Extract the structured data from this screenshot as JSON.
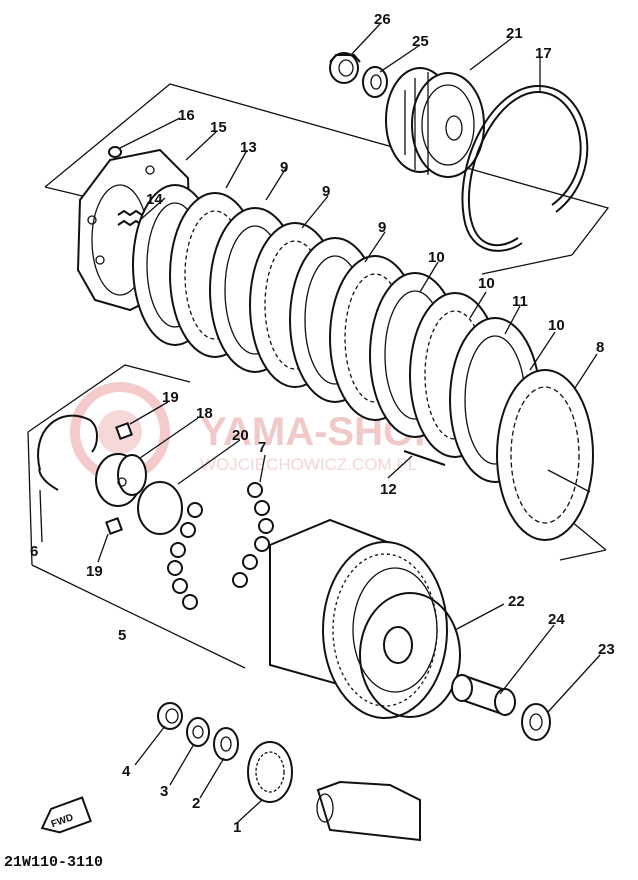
{
  "diagram_code": "21W110-3110",
  "watermark": {
    "brand": "YAMA-SHOP",
    "url": "WOJCIECHOWICZ.COM.PL"
  },
  "direction_marker": "FWD",
  "part_numbers": [
    "1",
    "2",
    "3",
    "4",
    "5",
    "6",
    "7",
    "8",
    "9",
    "9",
    "9",
    "10",
    "10",
    "10",
    "11",
    "12",
    "13",
    "14",
    "15",
    "16",
    "17",
    "18",
    "19",
    "19",
    "20",
    "21",
    "22",
    "23",
    "24",
    "25",
    "26"
  ]
}
